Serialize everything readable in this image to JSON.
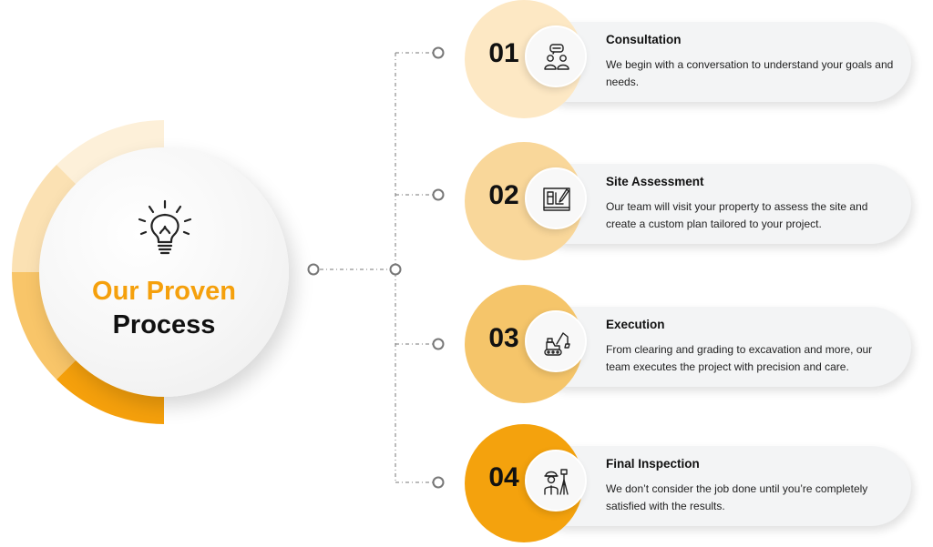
{
  "center": {
    "title_line1": "Our Proven",
    "title_line2": "Process",
    "icon": "lightbulb-icon"
  },
  "colors": {
    "accent": "#f5a00c",
    "step1": "#fde8c4",
    "step2": "#f9d79a",
    "step3": "#f5c56a",
    "step4": "#f4a20d",
    "card": "#f3f4f5"
  },
  "steps": [
    {
      "number": "01",
      "title": "Consultation",
      "description": "We begin with a conversation to understand your goals and needs.",
      "icon": "consultation-people-icon"
    },
    {
      "number": "02",
      "title": "Site Assessment",
      "description": "Our team will visit your property to assess the site and create a custom plan tailored to your project.",
      "icon": "blueprint-plan-icon"
    },
    {
      "number": "03",
      "title": "Execution",
      "description": "From clearing and grading to excavation and more, our team executes the project with precision and care.",
      "icon": "excavator-icon"
    },
    {
      "number": "04",
      "title": "Final Inspection",
      "description": "We don’t consider the job done until you’re completely satisfied with the results.",
      "icon": "inspector-survey-icon"
    }
  ]
}
